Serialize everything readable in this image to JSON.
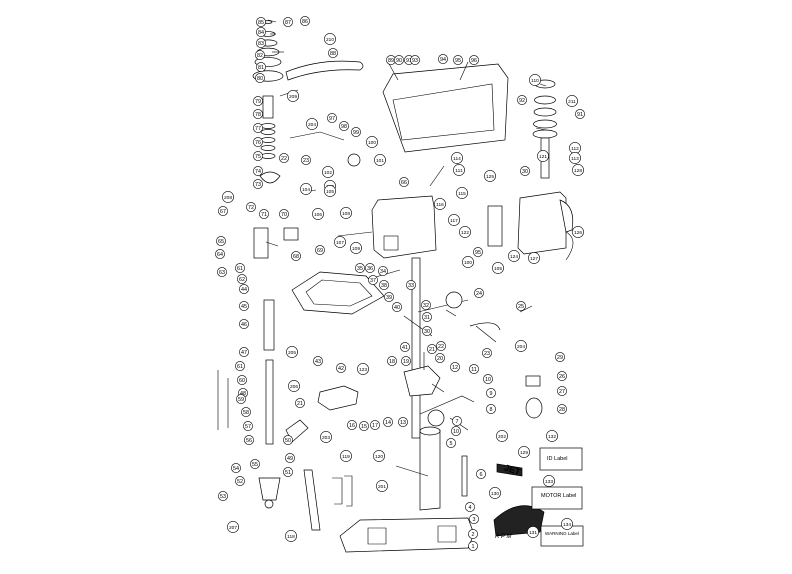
{
  "part_numbers": [
    "1",
    "2",
    "3",
    "4",
    "5",
    "6",
    "7",
    "8",
    "9",
    "10",
    "11",
    "12",
    "13",
    "14",
    "15",
    "16",
    "17",
    "18",
    "19",
    "20",
    "21",
    "22",
    "23",
    "24",
    "25",
    "26",
    "27",
    "28",
    "29",
    "30",
    "31",
    "32",
    "33",
    "34",
    "35",
    "36",
    "37",
    "38",
    "39",
    "40",
    "41",
    "42",
    "43",
    "44",
    "45",
    "46",
    "47",
    "48",
    "49",
    "50",
    "51",
    "52",
    "53",
    "54",
    "55",
    "56",
    "57",
    "58",
    "59",
    "60",
    "61",
    "62",
    "63",
    "64",
    "65",
    "66",
    "67",
    "68",
    "69",
    "70",
    "71",
    "72",
    "73",
    "74",
    "75",
    "76",
    "77",
    "78",
    "79",
    "80",
    "81",
    "82",
    "83",
    "84",
    "85",
    "86",
    "87",
    "88",
    "89",
    "90",
    "91",
    "92",
    "93",
    "94",
    "95",
    "96",
    "97",
    "98",
    "99",
    "100",
    "101",
    "102",
    "103",
    "104",
    "105",
    "106",
    "107",
    "108",
    "109",
    "110",
    "111",
    "112",
    "113",
    "114",
    "115",
    "116",
    "117",
    "118",
    "119",
    "120",
    "121",
    "122",
    "123",
    "124",
    "125",
    "126",
    "127",
    "128",
    "129",
    "130",
    "131",
    "132",
    "133",
    "134",
    "201",
    "202",
    "203",
    "204",
    "205",
    "206",
    "207",
    "208",
    "209",
    "210",
    "211"
  ],
  "labels": {
    "id_label": "ID Label",
    "motor_label": "MOTOR Label",
    "warning_label": "WARNING Label",
    "rpm": "R P M",
    "brand": "JET"
  }
}
